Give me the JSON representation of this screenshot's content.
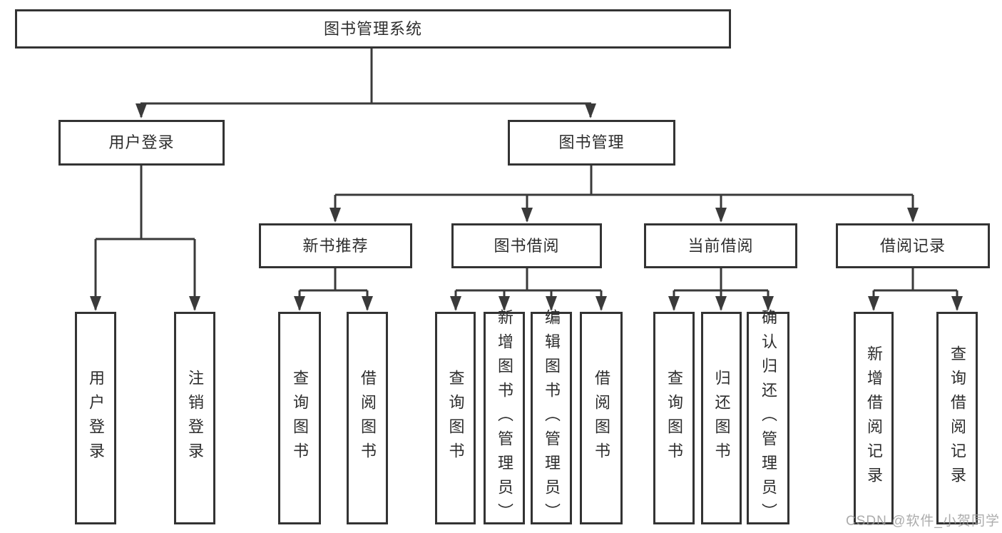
{
  "tree": {
    "label": "图书管理系统",
    "children": [
      {
        "label": "用户登录",
        "children": [
          {
            "label": "用户登录"
          },
          {
            "label": "注销登录"
          }
        ]
      },
      {
        "label": "图书管理",
        "children": [
          {
            "label": "新书推荐",
            "children": [
              {
                "label": "查询图书"
              },
              {
                "label": "借阅图书"
              }
            ]
          },
          {
            "label": "图书借阅",
            "children": [
              {
                "label": "查询图书"
              },
              {
                "label": "新增图书（管理员）"
              },
              {
                "label": "编辑图书（管理员）"
              },
              {
                "label": "借阅图书"
              }
            ]
          },
          {
            "label": "当前借阅",
            "children": [
              {
                "label": "查询图书"
              },
              {
                "label": "归还图书"
              },
              {
                "label": "确认归还（管理员）"
              }
            ]
          },
          {
            "label": "借阅记录",
            "children": [
              {
                "label": "新增借阅记录"
              },
              {
                "label": "查询借阅记录"
              }
            ]
          }
        ]
      }
    ]
  },
  "watermark": {
    "text": "CSDN @软件_小贺同学"
  },
  "colors": {
    "line": "#3a3a3a",
    "border": "#333333",
    "text": "#2d2d2d",
    "watermark": "#9e9e9e",
    "background": "#ffffff"
  }
}
